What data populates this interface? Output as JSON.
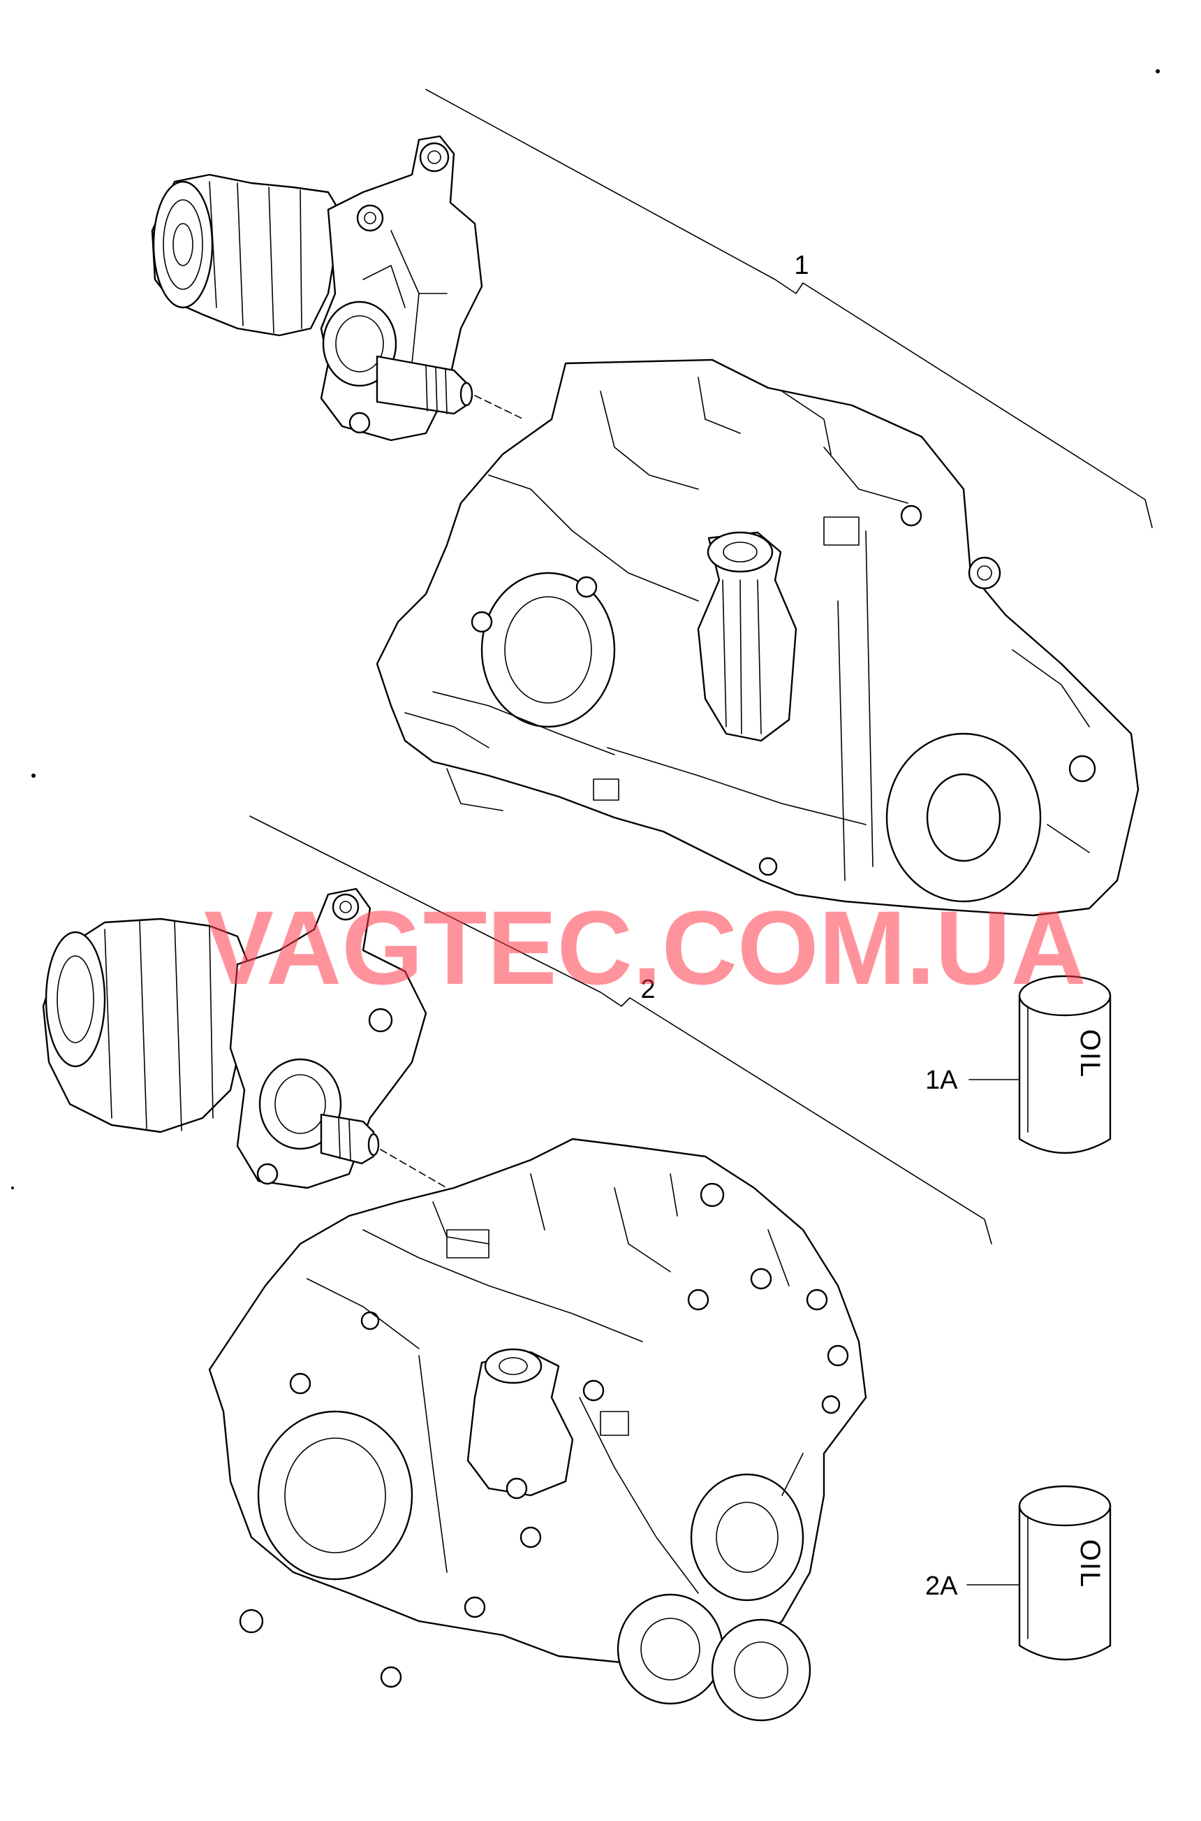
{
  "callouts": {
    "item_1": "1",
    "item_2": "2",
    "item_1a": "1A",
    "item_2a": "2A"
  },
  "containers": {
    "can_1_text": "OIL",
    "can_2_text": "OIL"
  },
  "watermark": "VAGTEC.COM.UA",
  "icons": [
    "gearbox-1-drawing",
    "gearbox-2-drawing",
    "oil-can-icon"
  ],
  "colors": {
    "line": "#000000",
    "watermark": "#ff3b4a",
    "background": "#ffffff"
  }
}
